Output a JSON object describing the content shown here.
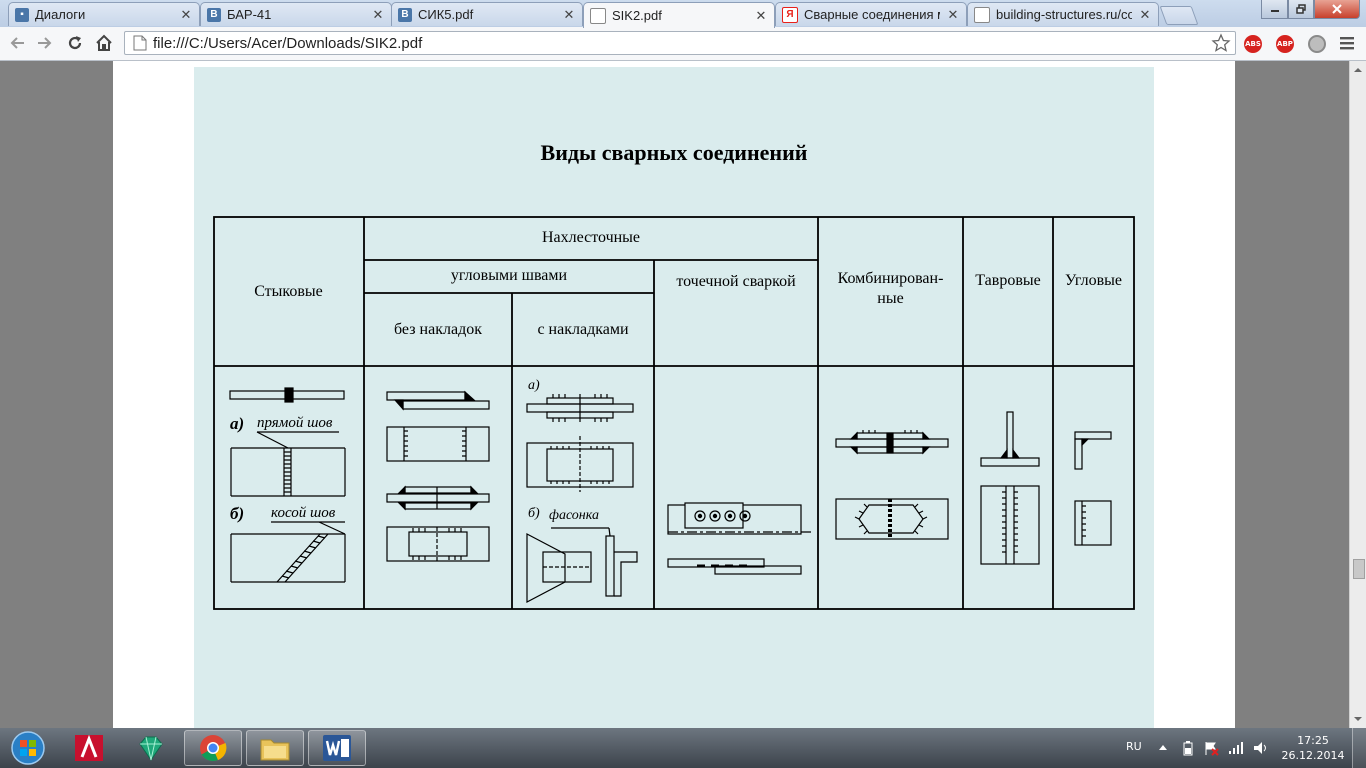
{
  "browser": {
    "tabs": [
      {
        "label": "Диалоги",
        "favicon_color": "#4a76a8",
        "favicon_text": "▮"
      },
      {
        "label": "БАР-41",
        "favicon_color": "#4a76a8",
        "favicon_text": "B"
      },
      {
        "label": "СИК5.pdf",
        "favicon_color": "#4a76a8",
        "favicon_text": "B"
      },
      {
        "label": "SIK2.pdf",
        "favicon_color": "#ffffff",
        "favicon_text": ""
      },
      {
        "label": "Сварные соединения ме",
        "favicon_color": "#e8211a",
        "favicon_text": "Я"
      },
      {
        "label": "building-structures.ru/cor",
        "favicon_color": "#ffffff",
        "favicon_text": ""
      }
    ],
    "active_tab_index": 3,
    "url": "file:///C:/Users/Acer/Downloads/SIK2.pdf",
    "extensions": [
      {
        "name": "abs-extension-icon",
        "label": "ABS",
        "color": "#d6231f"
      },
      {
        "name": "abp-extension-icon",
        "label": "ABP",
        "color": "#d6231f"
      },
      {
        "name": "download-extension-icon",
        "label": "",
        "color": "#9a9a9a"
      }
    ]
  },
  "document": {
    "title": "Виды сварных соединений",
    "headers": {
      "butt": "Стыковые",
      "lap": "Нахлесточные",
      "fillet": "угловыми швами",
      "no_cover": "без накладок",
      "with_cover": "с накладками",
      "spot": "точечной сваркой",
      "combined_line1": "Комбинирован-",
      "combined_line2": "ные",
      "tee": "Тавровые",
      "corner": "Угловые"
    },
    "labels": {
      "a": "а)",
      "straight_seam": "прямой шов",
      "b": "б)",
      "oblique_seam": "косой шов",
      "a2": "а)",
      "b2": "б)",
      "gusset": "фасонка"
    }
  },
  "taskbar": {
    "language": "RU",
    "time": "17:25",
    "date": "26.12.2014",
    "apps": [
      "start-button",
      "autocad-icon",
      "sketchup-icon",
      "chrome-icon",
      "explorer-icon",
      "word-icon"
    ]
  }
}
